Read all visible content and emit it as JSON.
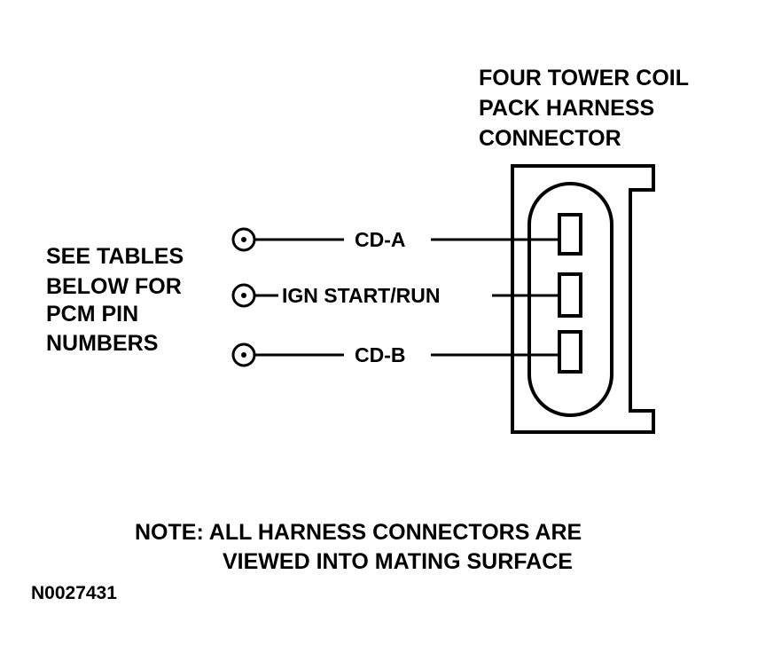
{
  "connector_title": [
    "FOUR TOWER COIL",
    "PACK HARNESS",
    "CONNECTOR"
  ],
  "side_note": [
    "SEE TABLES",
    "BELOW FOR",
    "PCM PIN",
    "NUMBERS"
  ],
  "wires": [
    {
      "label": "CD-A"
    },
    {
      "label": "IGN START/RUN"
    },
    {
      "label": "CD-B"
    }
  ],
  "note": [
    "NOTE: ALL HARNESS CONNECTORS ARE",
    "VIEWED INTO MATING SURFACE"
  ],
  "figure_id": "N0027431",
  "colors": {
    "ink": "#000000",
    "background": "#ffffff"
  }
}
